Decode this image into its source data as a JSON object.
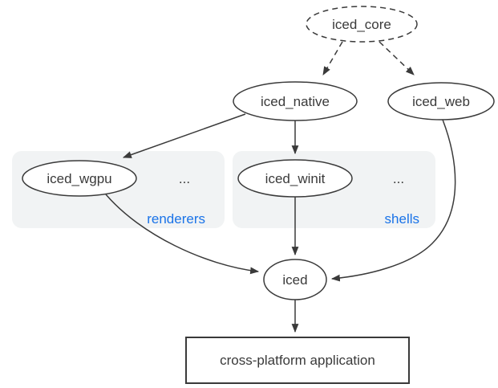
{
  "diagram": {
    "nodes": {
      "iced_core": "iced_core",
      "iced_native": "iced_native",
      "iced_web": "iced_web",
      "iced_wgpu": "iced_wgpu",
      "iced_winit": "iced_winit",
      "iced": "iced",
      "application": "cross-platform application"
    },
    "groups": {
      "renderers": {
        "label": "renderers",
        "more": "..."
      },
      "shells": {
        "label": "shells",
        "more": "..."
      }
    },
    "colors": {
      "canvas": "#ffffff",
      "line": "#3a3a3a",
      "text": "#3a3a3a",
      "node_fill": "#ffffff",
      "group_background": "#f1f3f4",
      "group_label": "#1a73e8"
    }
  }
}
